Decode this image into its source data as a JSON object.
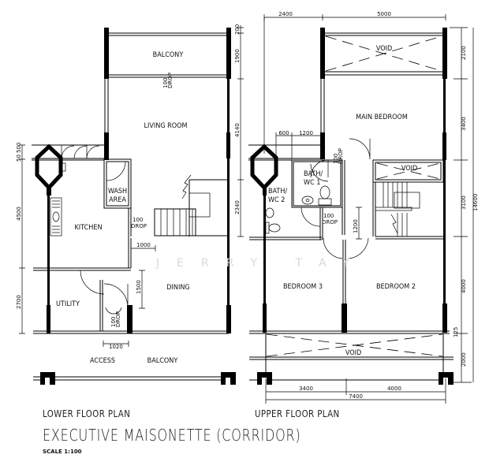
{
  "title": "EXECUTIVE MAISONETTE (CORRIDOR)",
  "scale": "SCALE 1:100",
  "watermark": "JERRY TAY",
  "lower_floor": {
    "caption": "LOWER FLOOR PLAN",
    "rooms": {
      "balcony_top": "BALCONY",
      "living_room": "LIVING ROOM",
      "wash_area_1": "WASH",
      "wash_area_2": "AREA",
      "kitchen": "KITCHEN",
      "dining": "DINING",
      "utility": "UTILITY",
      "access": "ACCESS",
      "balcony_bottom": "BALCONY"
    },
    "notes": {
      "drop_value": "100",
      "drop_label": "DROP"
    },
    "dimensions": {
      "right": [
        "200",
        "1900",
        "4140",
        "2340"
      ],
      "left": [
        "50",
        "500",
        "4500",
        "2700"
      ],
      "inner": [
        "1000",
        "1500",
        "1020"
      ]
    }
  },
  "upper_floor": {
    "caption": "UPPER FLOOR PLAN",
    "rooms": {
      "void_top": "VOID",
      "main_bedroom": "MAIN BEDROOM",
      "bath_wc1_a": "BATH/",
      "bath_wc1_b": "WC  1",
      "bath_wc2_a": "BATH/",
      "bath_wc2_b": "WC  2",
      "void_stair": "VOID",
      "bedroom3": "BEDROOM 3",
      "bedroom2": "BEDROOM 2",
      "void_bottom": "VOID"
    },
    "notes": {
      "drop_value": "100",
      "drop_label": "DROP"
    },
    "dimensions": {
      "top": [
        "2400",
        "5000"
      ],
      "top_small": [
        "600",
        "1200"
      ],
      "right": [
        "2100",
        "3400",
        "3100",
        "4000",
        "125",
        "2000"
      ],
      "overall": "14600",
      "inner": [
        "1200"
      ],
      "bottom": [
        "3400",
        "4000"
      ],
      "bottom_total": "7400"
    }
  }
}
